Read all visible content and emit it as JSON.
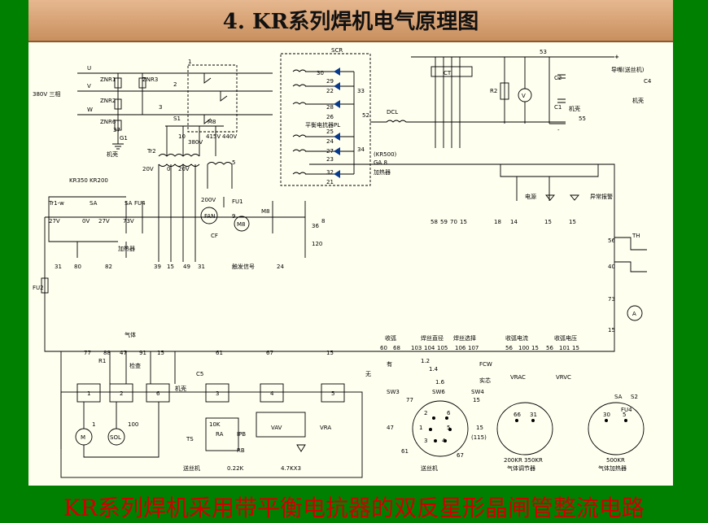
{
  "header": {
    "title": "4. KR系列焊机电气原理图"
  },
  "caption": "KR系列焊机采用带平衡电抗器的双反星形晶闸管整流电路",
  "colors": {
    "background": "#008000",
    "header": "#d9a679",
    "panel": "#fffff0",
    "caption": "#d00000",
    "line": "#000000",
    "diode": "#0a3a8a"
  },
  "labels": {
    "phase_u": "U",
    "phase_v": "V",
    "phase_w": "W",
    "supply": "380V 三相",
    "znr1": "ZNR1",
    "znr2": "ZNR2",
    "znr3": "ZNR3",
    "znr6": "ZNR6",
    "g1": "G1",
    "n37": "37",
    "chassis1": "机壳",
    "n1": "1",
    "n2": "2",
    "n3": "3",
    "s1": "S1",
    "m8": "M8",
    "n10": "10",
    "v380": "380V",
    "v415": "415V",
    "v440": "440V",
    "tr2": "Tr2",
    "v20a": "20V",
    "n0": "0",
    "v20b": "20V",
    "n5": "5",
    "kr": "KR350 KR200",
    "scr": "SCR",
    "ct": "CT",
    "r2": "R2",
    "v_meter": "V",
    "c1": "C1",
    "c2": "C2",
    "chassis2": "机壳",
    "n53": "53",
    "plus": "+",
    "torch": "导嘴(送丝机)",
    "c4": "C4",
    "chassis3": "机壳",
    "minus": "-",
    "n55": "55",
    "n52": "52",
    "dcl": "DCL",
    "pl": "平衡电抗器PL",
    "kr500": "(KR500)",
    "ga8": "GA 8",
    "heater1": "加热器",
    "scr_30": "30",
    "scr_29": "29",
    "scr_22": "22",
    "scr_28": "28",
    "scr_26": "26",
    "scr_33": "33",
    "scr_25": "25",
    "scr_24": "24",
    "scr_27": "27",
    "scr_23": "23",
    "scr_34": "34",
    "scr_32": "32",
    "scr_21": "21",
    "v200": "200V",
    "fu1": "FU1",
    "fan": "FAN",
    "cf": "CF",
    "m8b": "M8",
    "n9": "9",
    "m8c": "M8",
    "trw": "Tr1-w",
    "sa1": "SA",
    "sa2": "SA",
    "fu4": "FU4",
    "v27a": "27V",
    "v0": "0V",
    "v27b": "27V",
    "v73": "73V",
    "heater2": "加热器",
    "fu2": "FU2",
    "b31": "31",
    "b80": "80",
    "b82": "82",
    "b39": "39",
    "b15": "15",
    "b49": "49",
    "b31b": "31",
    "touch": "触发信号",
    "b24": "24",
    "r8": "8",
    "r36": "36",
    "r120": "120",
    "t58": "58",
    "t59": "59",
    "t70": "70",
    "t15": "15",
    "t18": "18",
    "t14": "14",
    "t15b": "15",
    "t15c": "15",
    "power": "电源",
    "abnormal": "异常报警",
    "th": "TH",
    "s56": "56",
    "s40": "40",
    "s73": "73",
    "s15": "15",
    "amp": "A",
    "gas": "气体",
    "b77": "77",
    "b88": "88",
    "b47": "47",
    "b91": "91",
    "b15b": "15",
    "r1": "R1",
    "check": "检查",
    "b61": "61",
    "b67": "67",
    "b15c": "15",
    "c5": "C5",
    "chassis4": "机壳",
    "box1": "1",
    "box2": "2",
    "box6": "6",
    "box3": "3",
    "box4": "4",
    "box5": "5",
    "m": "M",
    "sol": "SOL",
    "m1": "1",
    "m100": "100",
    "k10": "10K",
    "ra": "RA",
    "ipb": "IPB",
    "ts": "TS",
    "rb": "RB",
    "k022": "0.22K",
    "k47x3": "4.7KX3",
    "vav": "VAV",
    "vra": "VRA",
    "feeder1": "送丝机",
    "crater": "收弧",
    "c60": "60",
    "c68": "68",
    "has": "有",
    "none": "无",
    "sw3": "SW3",
    "wirediam": "焊丝直径",
    "d103": "103",
    "d104": "104",
    "d105": "105",
    "d12": "1.2",
    "d14": "1.4",
    "d16": "1.6",
    "sw6": "SW6",
    "wiresel": "焊丝选择",
    "d106": "106",
    "d107": "107",
    "fcw": "FCW",
    "solid": "实芯",
    "sw4": "SW4",
    "crater_i": "收弧电流",
    "ci56": "56",
    "ci100": "100",
    "ci15": "15",
    "vrac": "VRAC",
    "crater_v": "收弧电压",
    "cv56": "56",
    "cv101": "101",
    "cv15": "15",
    "vrvc": "VRVC",
    "p77": "77",
    "p2": "2",
    "p6": "6",
    "p1": "1",
    "p5": "5",
    "p47": "47",
    "p3": "3",
    "p4": "4",
    "p15": "15",
    "p115": "(115)",
    "p61": "61",
    "p67": "67",
    "feeder2": "送丝机",
    "g66": "66",
    "g31": "31",
    "g_models": "200KR 350KR",
    "g_name": "气体调节器",
    "h30": "30",
    "h5": "5",
    "h_model": "500KR",
    "h_name": "气体加热器",
    "h_sa": "SA",
    "h_s2": "S2",
    "h_fu4": "FU4"
  }
}
